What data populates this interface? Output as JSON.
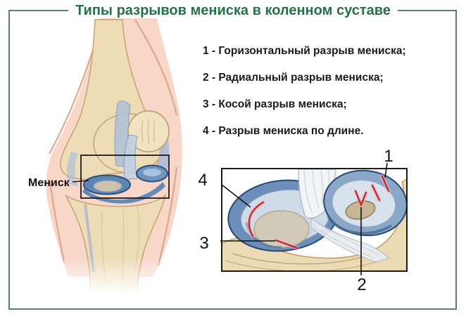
{
  "title": "Типы разрывов мениска в коленном суставе",
  "knee_figure": {
    "label": "Мениск"
  },
  "legend": {
    "items": [
      "1 - Горизонтальный разрыв мениска;",
      "2 - Радиальный разрыв мениска;",
      "3 - Косой разрыв мениска;",
      "4 - Разрыв мениска по длине."
    ]
  },
  "diagram": {
    "markers": {
      "m1": "1",
      "m2": "2",
      "m3": "3",
      "m4": "4"
    }
  },
  "colors": {
    "title_green": "#27704a",
    "border_green": "#5f7d6c",
    "tear_red": "#c22030",
    "meniscus_blue": "#6b8fba",
    "bone_tan": "#ecdab4",
    "skin_pink": "#f8d7c9",
    "text_black": "#1a1a1a"
  }
}
